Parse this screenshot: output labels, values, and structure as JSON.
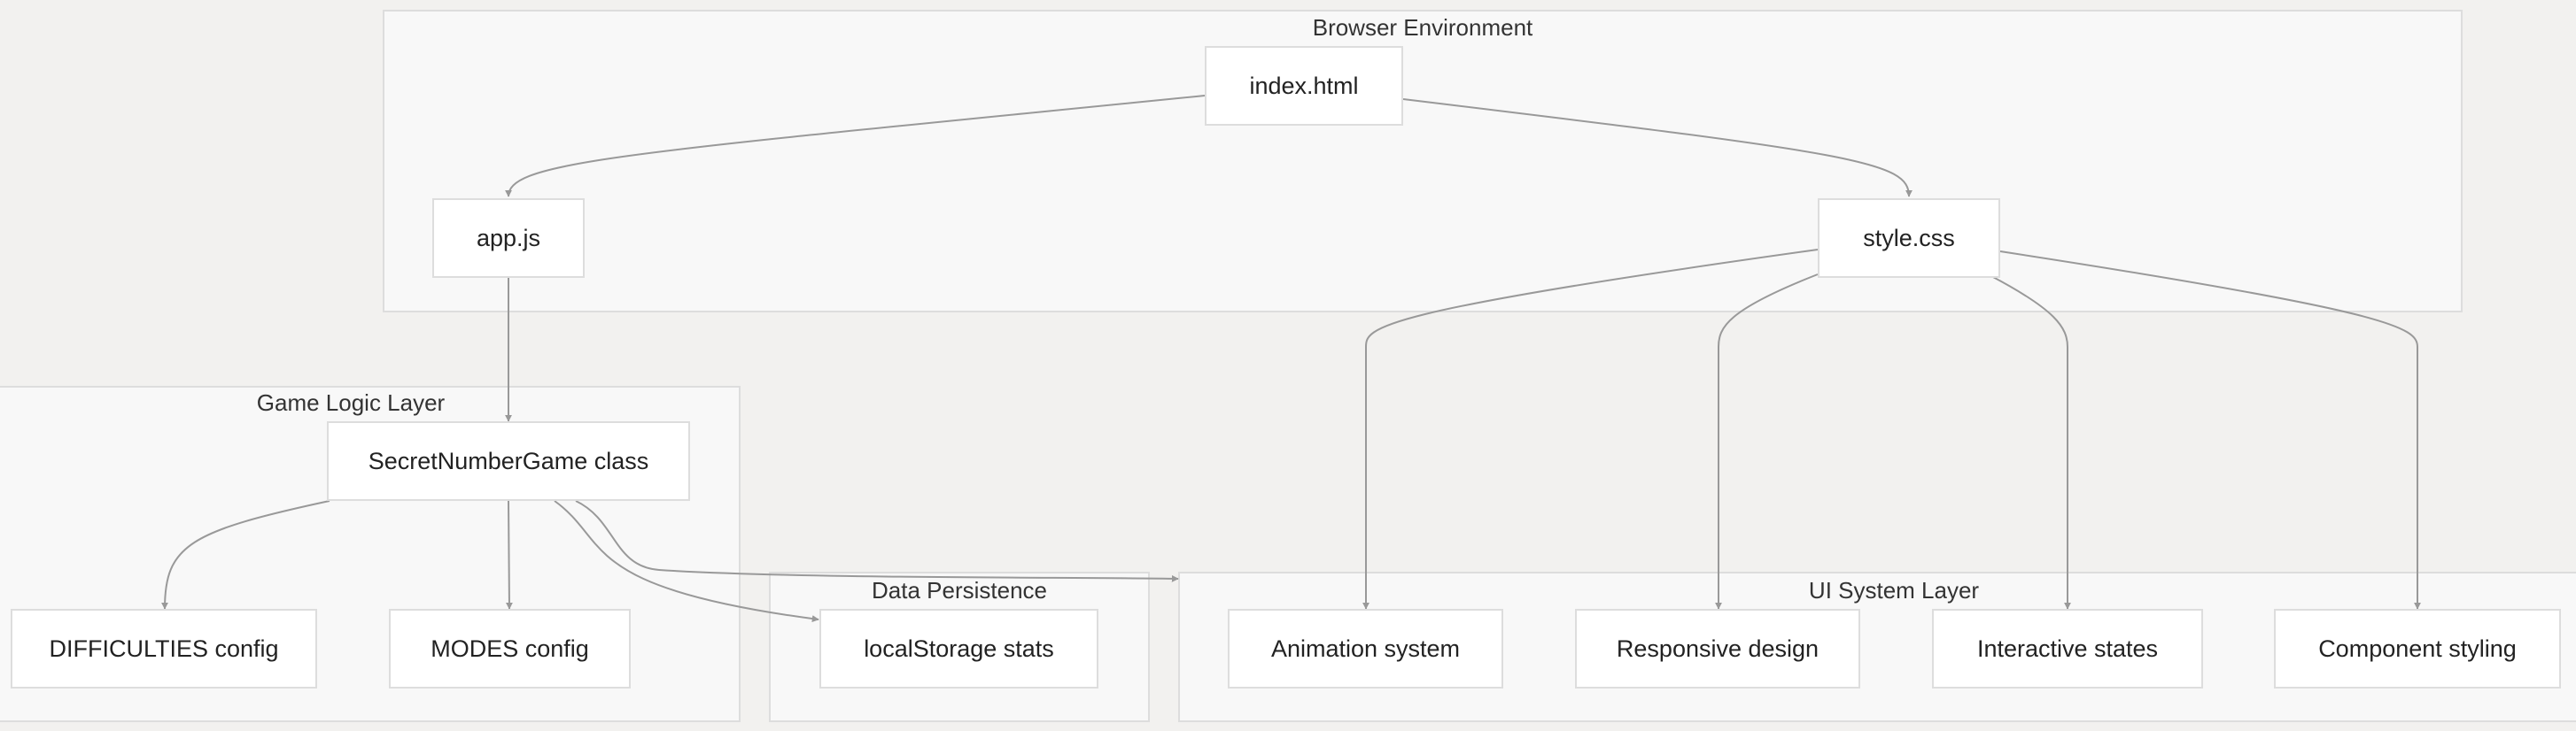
{
  "clusters": {
    "browser": {
      "label": "Browser Environment"
    },
    "game_logic": {
      "label": "Game Logic Layer"
    },
    "data_persistence": {
      "label": "Data Persistence"
    },
    "ui_system": {
      "label": "UI System Layer"
    }
  },
  "nodes": {
    "index_html": {
      "label": "index.html"
    },
    "app_js": {
      "label": "app.js"
    },
    "style_css": {
      "label": "style.css"
    },
    "secret_game": {
      "label": "SecretNumberGame class"
    },
    "difficulties": {
      "label": "DIFFICULTIES config"
    },
    "modes": {
      "label": "MODES config"
    },
    "localstorage": {
      "label": "localStorage stats"
    },
    "animation": {
      "label": "Animation system"
    },
    "responsive": {
      "label": "Responsive design"
    },
    "interactive": {
      "label": "Interactive states"
    },
    "component": {
      "label": "Component styling"
    }
  },
  "edges": [
    {
      "from": "index.html",
      "to": "app.js"
    },
    {
      "from": "index.html",
      "to": "style.css"
    },
    {
      "from": "app.js",
      "to": "SecretNumberGame class"
    },
    {
      "from": "SecretNumberGame class",
      "to": "DIFFICULTIES config"
    },
    {
      "from": "SecretNumberGame class",
      "to": "MODES config"
    },
    {
      "from": "SecretNumberGame class",
      "to": "localStorage stats"
    },
    {
      "from": "SecretNumberGame class",
      "to": "UI System Layer"
    },
    {
      "from": "style.css",
      "to": "Animation system"
    },
    {
      "from": "style.css",
      "to": "Responsive design"
    },
    {
      "from": "style.css",
      "to": "Interactive states"
    },
    {
      "from": "style.css",
      "to": "Component styling"
    }
  ],
  "colors": {
    "background": "#f2f1ef",
    "cluster_fill": "#f8f8f8",
    "border": "#dddddd",
    "edge": "#999999",
    "node_fill": "#ffffff"
  }
}
